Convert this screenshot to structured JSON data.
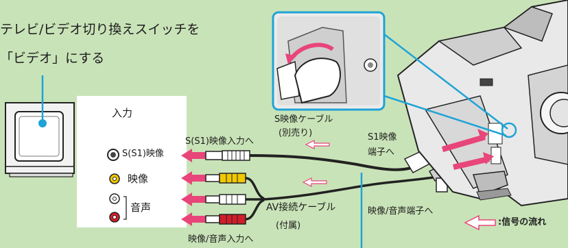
{
  "instruction": {
    "line1": "テレビ/ビデオ切り換えスイッチを",
    "line2": "「ビデオ」にする"
  },
  "tv_inputs": {
    "title": "入力",
    "s_video": "S(S1)映像",
    "video": "映像",
    "audio": "音声"
  },
  "cables": {
    "s_video_cable_line1": "S映像ケーブル",
    "s_video_cable_line2": "(別売り)",
    "s_video_input": "S(S1)映像入力へ",
    "av_cable_line1": "AV接続ケーブル",
    "av_cable_line2": "(付属)",
    "av_input": "映像/音声入力へ"
  },
  "camera": {
    "s1_terminal_line1": "S1映像",
    "s1_terminal_line2": "端子へ",
    "av_terminal": "映像/音声端子へ"
  },
  "legend": {
    "signal_flow": ":信号の流れ"
  },
  "colors": {
    "background": "#c9e3b8",
    "arrow": "#e8457a",
    "pointer_line": "#1fa3d6",
    "video_yellow": "#f0c800",
    "audio_red": "#d21e2a"
  }
}
